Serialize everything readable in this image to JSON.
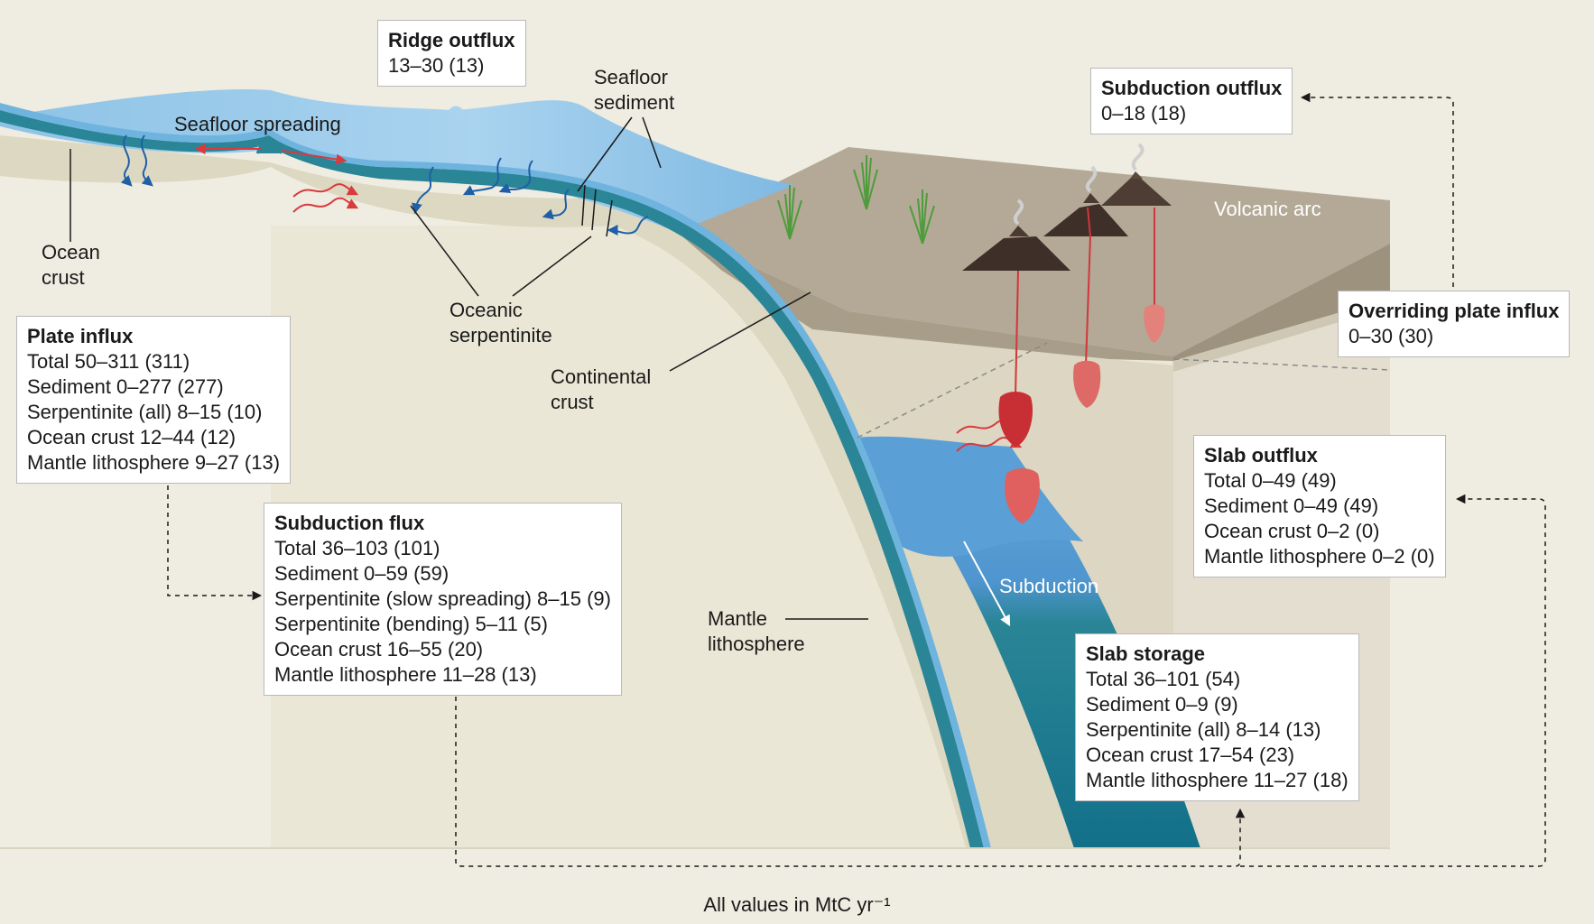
{
  "labels": {
    "seafloor_spreading": "Seafloor spreading",
    "seafloor_sediment": [
      "Seafloor",
      "sediment"
    ],
    "ocean_crust": [
      "Ocean",
      "crust"
    ],
    "oceanic_serpentinite": [
      "Oceanic",
      "serpentinite"
    ],
    "continental_crust": [
      "Continental",
      "crust"
    ],
    "mantle_lithosphere": [
      "Mantle",
      "lithosphere"
    ],
    "volcanic_arc": "Volcanic arc",
    "subduction": "Subduction"
  },
  "boxes": {
    "ridge_outflux": {
      "title": "Ridge outflux",
      "rows": [
        "13–30 (13)"
      ]
    },
    "subduction_outflux": {
      "title": "Subduction outflux",
      "rows": [
        "0–18 (18)"
      ]
    },
    "plate_influx": {
      "title": "Plate influx",
      "rows": [
        "Total 50–311 (311)",
        "Sediment 0–277 (277)",
        "Serpentinite (all) 8–15 (10)",
        "Ocean crust 12–44 (12)",
        "Mantle lithosphere 9–27 (13)"
      ]
    },
    "overriding_plate_influx": {
      "title": "Overriding plate influx",
      "rows": [
        "0–30 (30)"
      ]
    },
    "slab_outflux": {
      "title": "Slab outflux",
      "rows": [
        "Total 0–49 (49)",
        "Sediment 0–49 (49)",
        "Ocean crust 0–2 (0)",
        "Mantle lithosphere 0–2 (0)"
      ]
    },
    "subduction_flux": {
      "title": "Subduction flux",
      "rows": [
        "Total 36–103 (101)",
        "Sediment 0–59 (59)",
        "Serpentinite (slow spreading) 8–15 (9)",
        "Serpentinite (bending) 5–11 (5)",
        "Ocean crust 16–55 (20)",
        "Mantle lithosphere 11–28 (13)"
      ]
    },
    "slab_storage": {
      "title": "Slab storage",
      "rows": [
        "Total 36–101 (54)",
        "Sediment 0–9 (9)",
        "Serpentinite (all) 8–14 (13)",
        "Ocean crust 17–54 (23)",
        "Mantle lithosphere 11–27 (18)"
      ]
    }
  },
  "footer": "All values in MtC yr⁻¹",
  "colors": {
    "background": "#efece1",
    "ocean": "#9ccbe8",
    "ocean_crust": "#2a8596",
    "deep_slab": "#176f85",
    "continental_top": "#b3a996",
    "continental_side": "#d8d3c0",
    "mantle": "#e0dcca",
    "magma": "#d2363b",
    "fluid_arrow": "#1f5fa8",
    "heat_arrow": "#d93a3e"
  }
}
